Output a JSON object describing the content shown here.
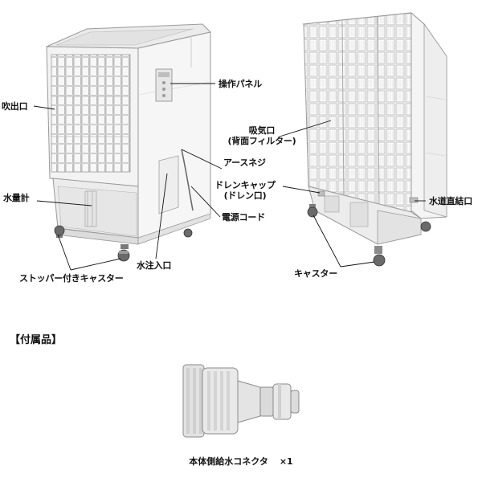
{
  "labels": {
    "outlet": "吹出口",
    "panel": "操作パネル",
    "intake_line1": "吸気口",
    "intake_line2": "(背面フィルター)",
    "earth_screw": "アースネジ",
    "drain_line1": "ドレンキャップ",
    "drain_line2": "(ドレン口)",
    "water_gauge": "水量計",
    "power_cord": "電源コード",
    "water_inlet_direct": "水道直結口",
    "water_fill_inlet": "水注入口",
    "stopper_caster": "ストッパー付きキャスター",
    "caster": "キャスター"
  },
  "accessories": {
    "heading": "【付属品】",
    "item_name": "本体側給水コネクタ",
    "item_qty": "×1"
  },
  "colors": {
    "body": "#f1f1f1",
    "outline": "#8a8a8a",
    "shade": "#d9d9d9",
    "dark": "#555555",
    "line": "#111111"
  }
}
